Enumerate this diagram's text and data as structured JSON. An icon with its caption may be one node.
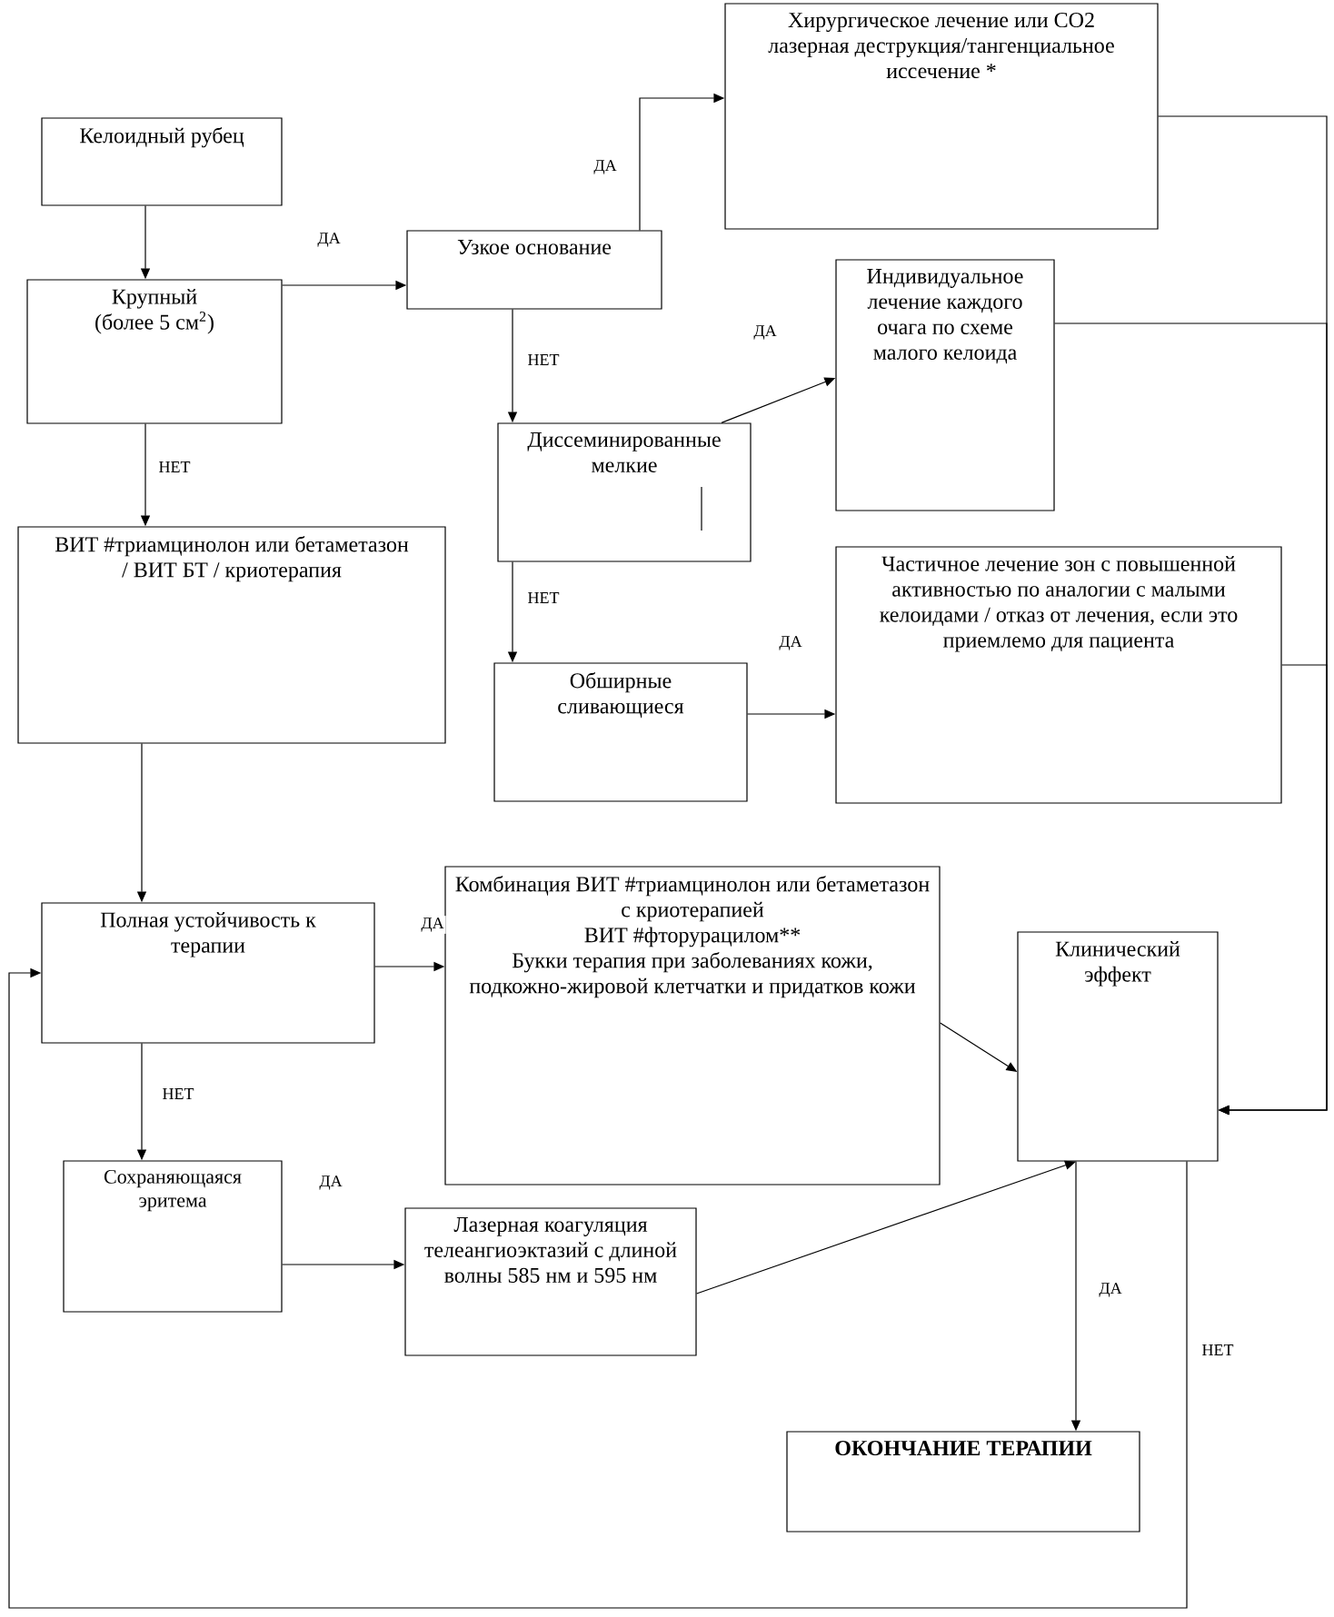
{
  "diagram": {
    "nodes": [
      {
        "text": [
          "Келоидный рубец"
        ]
      },
      {
        "text": [
          "Крупный (более 5 см$^{2}$)"
        ]
      },
      {
        "text": [
          "Узкое основание"
        ]
      },
      {
        "text": [
          "Хирургическое лечение или CO2 лазерная деструкция/тангенциальное иссечение *"
        ]
      },
      {
        "text": [
          "Диссеминированные мелкие"
        ]
      },
      {
        "text": [
          "Индивидуальное лечение каждого очага по схеме малого келоида"
        ]
      },
      {
        "text": [
          "ВИТ #триамцинолон или бетаметазон / ВИТ БТ / криотерапия"
        ]
      },
      {
        "text": [
          "Обширные сливающиеся"
        ]
      },
      {
        "text": [
          "Частичное лечение зон с повышенной активностью по аналогии с малыми келоидами / отказ от лечения, если это приемлемо для пациента"
        ]
      },
      {
        "text": [
          "Полная устойчивость к терапии"
        ]
      },
      {
        "text": [
          "Комбинация ВИТ #триамцинолон или бетаметазон с криотерапией",
          "ВИТ #фторурацилом**",
          "Букки терапия при заболеваниях кожи, подкожно-жировой клетчатки и придатков кожи"
        ]
      },
      {
        "text": [
          "Клинический эффект"
        ]
      },
      {
        "text": [
          "Сохраняющаяся эритема"
        ]
      },
      {
        "text": [
          "Лазерная коагуляция телеангиоэктазий с длиной волны 585 нм и 595 нм"
        ]
      },
      {
        "text": [
          "ОКОНЧАНИЕ ТЕРАПИИ"
        ]
      }
    ],
    "edges": [
      {
        "from": 0,
        "to": 1,
        "arrow": "to"
      },
      {
        "from": 1,
        "to": 2,
        "arrow": "to",
        "label": "ДА"
      },
      {
        "from": 2,
        "to": 3,
        "arrow": "to",
        "label": "ДА"
      },
      {
        "from": 2,
        "to": 4,
        "arrow": "to",
        "label": "НЕТ"
      },
      {
        "from": 4,
        "to": 5,
        "arrow": "to",
        "label": "ДА"
      },
      {
        "from": 1,
        "to": 6,
        "arrow": "to",
        "label": "НЕТ"
      },
      {
        "from": 4,
        "to": 7,
        "arrow": "to",
        "label": "НЕТ"
      },
      {
        "from": 7,
        "to": 8,
        "arrow": "to",
        "label": "ДА"
      },
      {
        "from": 3,
        "to": 11,
        "arrow": "to"
      },
      {
        "from": 5,
        "to": 11,
        "arrow": "to"
      },
      {
        "from": 8,
        "to": 11,
        "arrow": "to"
      },
      {
        "from": 6,
        "to": 9,
        "arrow": "to"
      },
      {
        "from": 9,
        "to": 10,
        "arrow": "to",
        "label": "ДА"
      },
      {
        "from": 9,
        "to": 12,
        "arrow": "to",
        "label": "НЕТ"
      },
      {
        "from": 12,
        "to": 13,
        "arrow": "to",
        "label": "ДА"
      },
      {
        "from": 10,
        "to": 11,
        "arrow": "to"
      },
      {
        "from": 13,
        "to": 11,
        "arrow": "to"
      },
      {
        "from": 11,
        "to": 14,
        "arrow": "to",
        "label": "ДА"
      },
      {
        "from": 11,
        "to": 9,
        "arrow": "to",
        "label": "НЕТ"
      }
    ]
  }
}
